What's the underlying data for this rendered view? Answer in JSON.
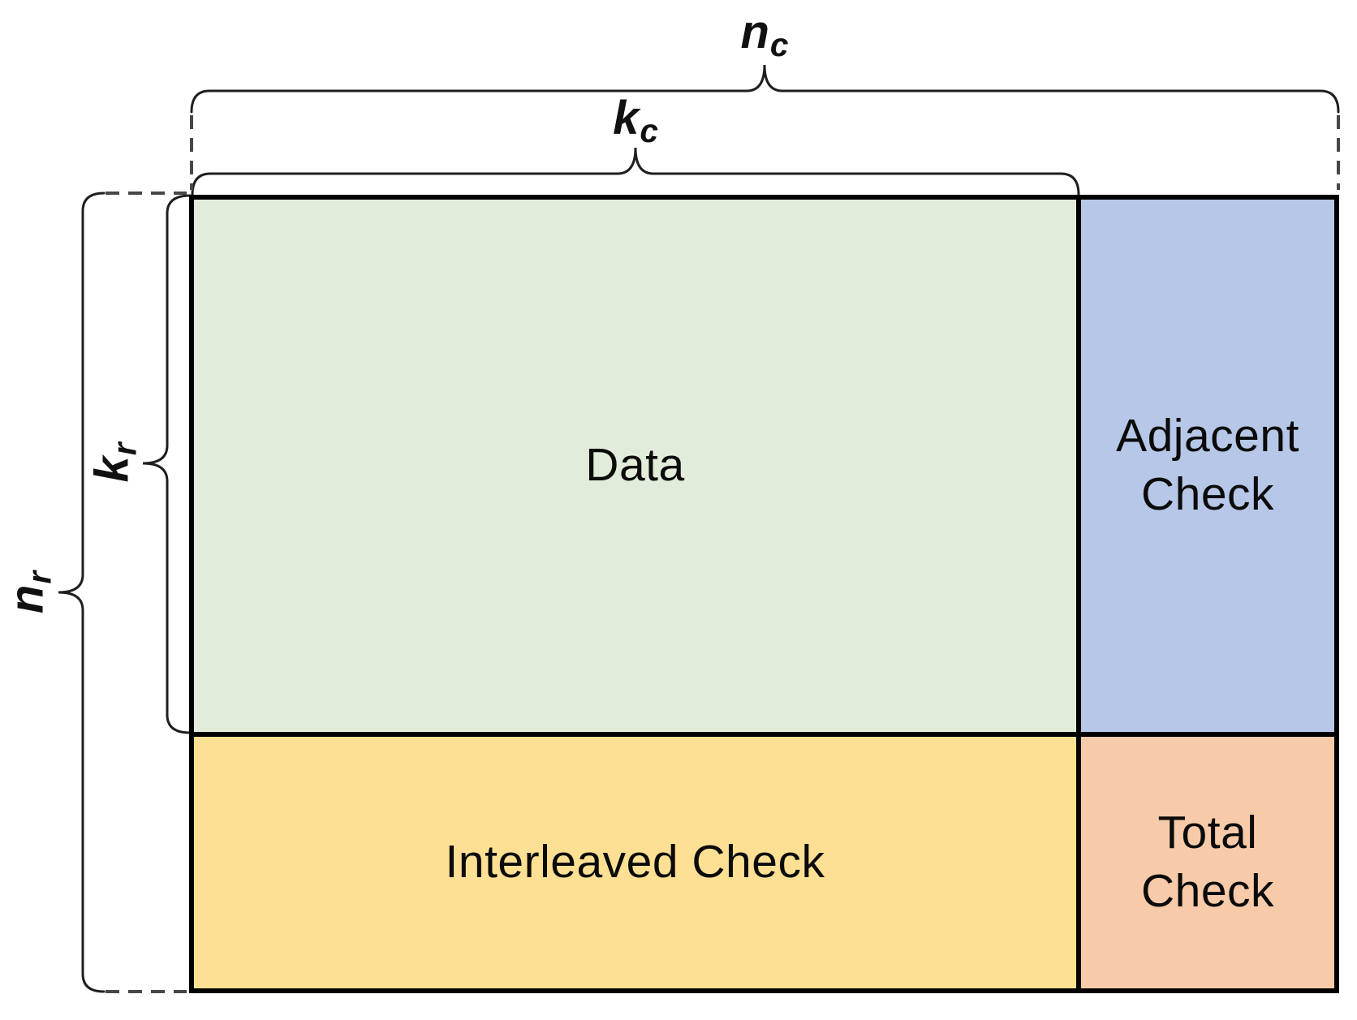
{
  "diagram": {
    "blocks": {
      "data": {
        "label": "Data",
        "bg": "#e2ecda"
      },
      "adjacent": {
        "line1": "Adjacent",
        "line2": "Check",
        "bg": "#b6c7e7"
      },
      "interleaved": {
        "label": "Interleaved Check",
        "bg": "#fde093"
      },
      "total": {
        "line1": "Total",
        "line2": "Check",
        "bg": "#f7cba9"
      }
    },
    "dimensions": {
      "nc": {
        "main": "n",
        "sub": "c"
      },
      "kc": {
        "main": "k",
        "sub": "c"
      },
      "nr": {
        "main": "n",
        "sub": "r"
      },
      "kr": {
        "main": "k",
        "sub": "r"
      }
    },
    "colors": {
      "border": "#000000",
      "brace": "#1f1f1f",
      "dashed_guide": "#474747",
      "text": "#0b0b0b"
    }
  }
}
